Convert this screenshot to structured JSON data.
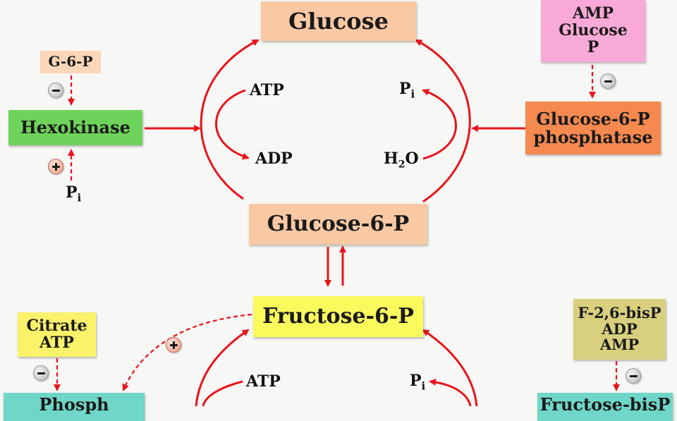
{
  "nodes": {
    "glucose": "Glucose",
    "glucose6p": "Glucose-6-P",
    "fructose6p": "Fructose-6-P"
  },
  "enzymes": {
    "hexokinase": "Hexokinase",
    "g6pase_line1": "Glucose-6-P",
    "g6pase_line2": "phosphatase",
    "pfk_partial": "Phosph",
    "fbpase_partial": "Fructose-bisP"
  },
  "regulators": {
    "g6p": "G-6-P",
    "hexokinase_activator": "P",
    "hexokinase_activator_sub": "i",
    "g6pase_inhibitors": [
      "AMP",
      "Glucose",
      "P"
    ],
    "pfk_inhibitors": [
      "Citrate",
      "ATP"
    ],
    "fbpase_inhibitors": [
      "F-2,6-bisP",
      "ADP",
      "AMP"
    ]
  },
  "cofactors": {
    "atp_top": "ATP",
    "adp_top": "ADP",
    "pi_top": "P",
    "pi_top_sub": "i",
    "h2o_h": "H",
    "h2o_sub": "2",
    "h2o_o": "O",
    "atp_bottom": "ATP",
    "pi_bottom": "P",
    "pi_bottom_sub": "i"
  },
  "colors": {
    "arrow": "#e8141c",
    "glucose": "#f9c9a4",
    "glucose6p": "#f9c9a4",
    "fructose6p": "#fbfa5c",
    "hexokinase": "#6ed35a",
    "g6pase": "#f5894f",
    "g6p_reg": "#fbd6b9",
    "amp_reg": "#f9a9d7",
    "citrate_reg": "#faf26a",
    "fbp_reg": "#d8d07e",
    "pfk": "#6fd6c8",
    "fbpase": "#6fd6c8"
  }
}
